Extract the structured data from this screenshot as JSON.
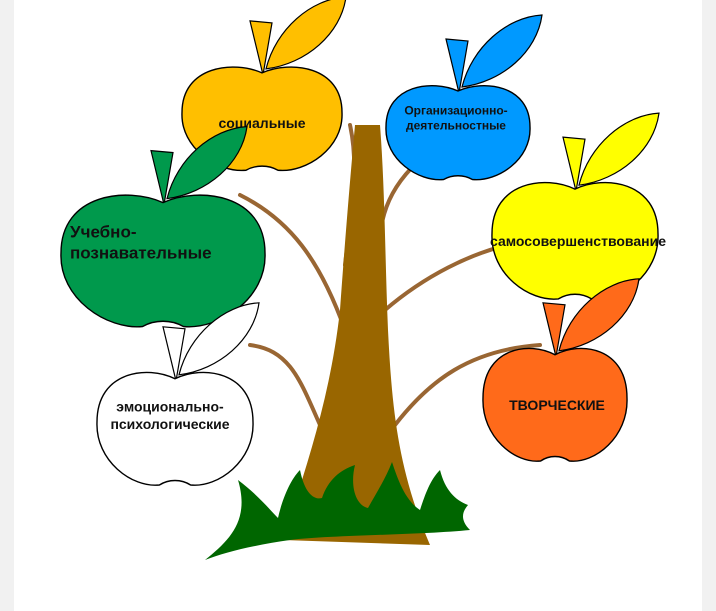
{
  "colors": {
    "background": "#f1f1f1",
    "card": "#ffffff",
    "trunk": "#996600",
    "grass": "#006600",
    "branch": "#996633",
    "outline": "#000000"
  },
  "apples": [
    {
      "id": "socialnye",
      "lines": [
        "социальные"
      ],
      "color": "#ffbf00"
    },
    {
      "id": "organizacionno",
      "lines": [
        "Организационно-",
        "деятельностные"
      ],
      "color": "#0099ff"
    },
    {
      "id": "uchebno",
      "lines": [
        "Учебно-",
        "познавательные"
      ],
      "color": "#00994c"
    },
    {
      "id": "samosovershenstvovanie",
      "lines": [
        "самосовершенствование"
      ],
      "color": "#ffff00"
    },
    {
      "id": "emocionalno",
      "lines": [
        "эмоционально-",
        "психологические"
      ],
      "color": "#ffffff"
    },
    {
      "id": "tvorcheskie",
      "lines": [
        "ТВОРЧЕСКИЕ"
      ],
      "color": "#ff6a1a"
    }
  ]
}
